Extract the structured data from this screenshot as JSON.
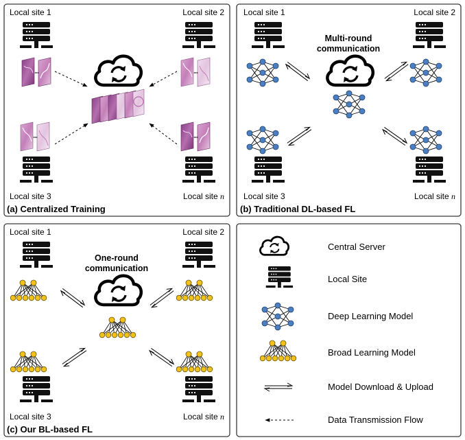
{
  "panels": {
    "a": {
      "caption": "(a) Centralized Training",
      "site_1": "Local site 1",
      "site_2": "Local site 2",
      "site_3": "Local site 3",
      "site_n_prefix": "Local site ",
      "site_n_var": "n"
    },
    "b": {
      "caption": "(b) Traditional DL-based FL",
      "comm_line1": "Multi-round",
      "comm_line2": "communication",
      "site_1": "Local site 1",
      "site_2": "Local site 2",
      "site_3": "Local site 3",
      "site_n_prefix": "Local site ",
      "site_n_var": "n"
    },
    "c": {
      "caption": "(c) Our BL-based FL",
      "comm_line1": "One-round",
      "comm_line2": "communication",
      "site_1": "Local site 1",
      "site_2": "Local site 2",
      "site_3": "Local site 3",
      "site_n_prefix": "Local site ",
      "site_n_var": "n"
    }
  },
  "legend": {
    "central_server": "Central Server",
    "local_site": "Local Site",
    "deep_learning_model": "Deep Learning Model",
    "broad_learning_model": "Broad Learning  Model",
    "model_download_upload": "Model Download & Upload",
    "data_transmission_flow": "Data Transmission Flow"
  },
  "colors": {
    "dl_node": "#4a7fc1",
    "bl_node": "#f2c21b",
    "tissue_dark": "#a05a9e",
    "tissue_light": "#e6c2df"
  }
}
